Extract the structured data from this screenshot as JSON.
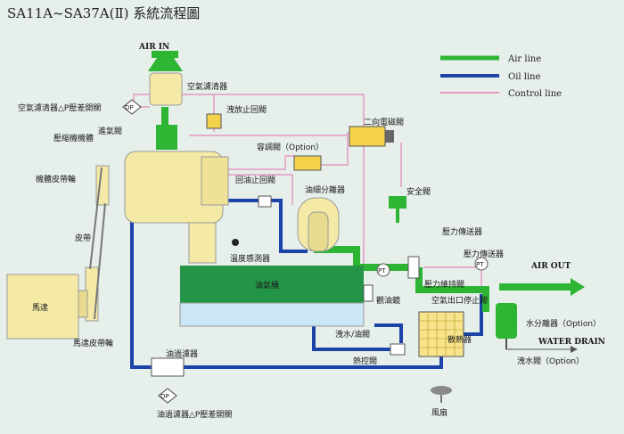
{
  "title": "SA11A~SA37A(Ⅱ) 系統流程圖",
  "legend": [
    {
      "label": "Air line",
      "color": "#2eb534"
    },
    {
      "label": "Oil line",
      "color": "#1b43a8"
    },
    {
      "label": "Control line",
      "color": "#e49ac4"
    }
  ],
  "labels": {
    "air_in": "AIR IN",
    "air_filter": "空氣濾清器",
    "air_filter_dp": "空氣濾清器△P壓差開關",
    "dp": "DP",
    "blowdown_check": "洩放止回閥",
    "solenoid": "二向電磁閥",
    "capacity_valve": "容調閥（Option）",
    "inlet_valve": "進氣閥",
    "compressor": "壓縮機機體",
    "belt_pulley": "機體皮帶輪",
    "return_check": "回油止回閥",
    "separator": "油細分離器",
    "safety_valve": "安全閥",
    "belt": "皮帶",
    "temp_sensor": "溫度感測器",
    "oil_tank": "油氣桶",
    "pressure_sender_1": "壓力傳送器",
    "pressure_sender_2": "壓力傳送器",
    "pt": "PT",
    "min_pressure_valve": "壓力維持閥",
    "motor": "馬達",
    "sight_glass": "觀油鏡",
    "outlet_check": "空氣出口停止閥",
    "air_out": "AIR OUT",
    "water_separator": "水分離器（Option）",
    "oil_drain": "洩水/油閥",
    "cooler": "散熱器",
    "water_drain": "WATER DRAIN",
    "motor_pulley": "馬達皮帶輪",
    "oil_filter": "油過濾器",
    "thermostat": "熱控閥",
    "drain_valve": "洩水閥（Option）",
    "oil_filter_dp": "油過濾器△P壓差開關",
    "fan": "風扇"
  },
  "colors": {
    "air": "#2eb534",
    "oil": "#1b43a8",
    "control": "#e49ac4",
    "machine": "#f4eaa6",
    "tank_air": "#249447",
    "tank_oil": "#cbe6f4"
  }
}
